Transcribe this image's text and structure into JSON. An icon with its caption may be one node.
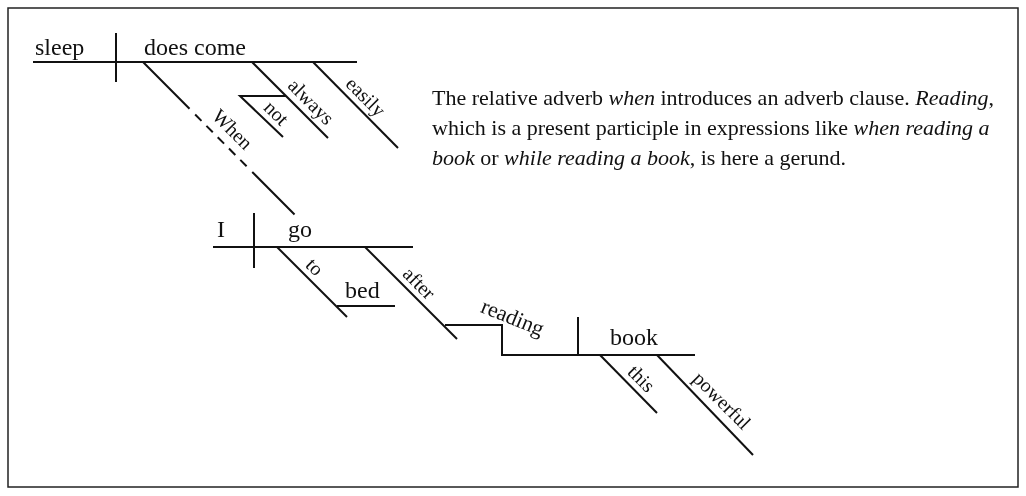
{
  "diagram": {
    "labels": [
      "sleep",
      "does come",
      "always",
      "not",
      "easily",
      "When",
      "I",
      "go",
      "to",
      "bed",
      "after",
      "reading",
      "book",
      "this",
      "powerful",
      "The relative adverb *when* introduces an adverb clause. *Reading*, which is a present participle in expressions like *when reading a book* or *while reading a book*, is here a gerund."
    ]
  }
}
